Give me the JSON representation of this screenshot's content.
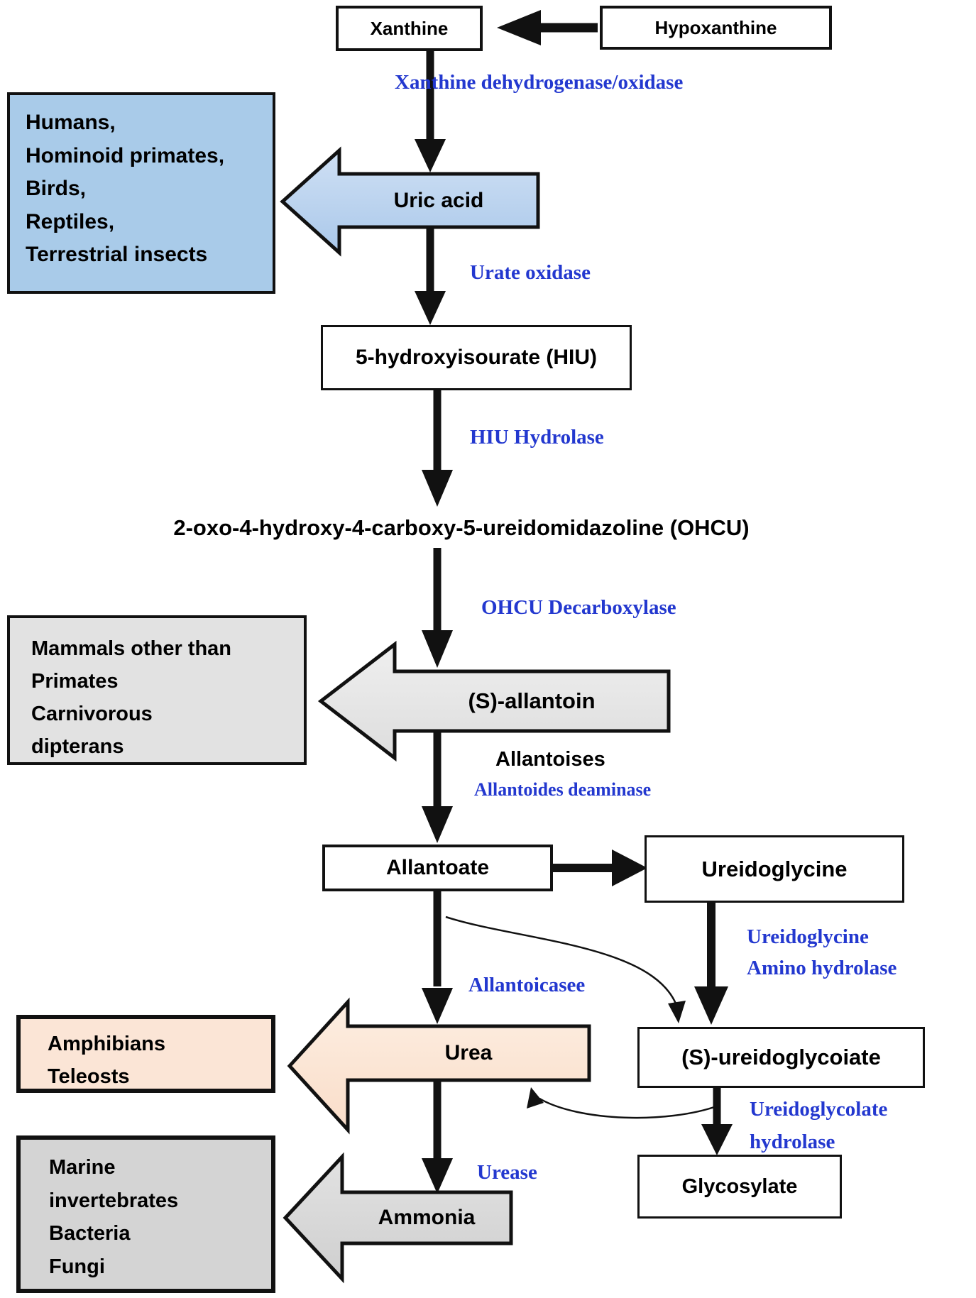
{
  "title": "Purine degradation pathway diagram",
  "nodes": {
    "xanthine": "Xanthine",
    "hypoxanthine": "Hypoxanthine",
    "uric_acid": "Uric acid",
    "hiu": "5-hydroxyisourate (HIU)",
    "ohcu": "2-oxo-4-hydroxy-4-carboxy-5-ureidomidazoline (OHCU)",
    "s_allantoin": "(S)-allantoin",
    "allantoate": "Allantoate",
    "ureidoglycine": "Ureidoglycine",
    "s_ureidoglycoiate": "(S)-ureidoglycoiate",
    "urea": "Urea",
    "glycosylate": "Glycosylate",
    "ammonia": "Ammonia"
  },
  "enzymes": {
    "xanthine_dehydrogenase": "Xanthine dehydrogenase/oxidase",
    "urate_oxidase": "Urate oxidase",
    "hiu_hydrolase": "HIU Hydrolase",
    "ohcu_decarboxylase": "OHCU Decarboxylase",
    "allantoises": "Allantoises",
    "allantoides_deaminase": "Allantoides deaminase",
    "ureidoglycine_amino_hydrolase": {
      "line1": "Ureidoglycine",
      "line2": "Amino hydrolase"
    },
    "allantoicasee": "Allantoicasee",
    "ureidoglycolate_hydrolase": {
      "line1": "Ureidoglycolate",
      "line2": "hydrolase"
    },
    "urease": "Urease"
  },
  "organism_boxes": {
    "uric_acid_excretors": {
      "lines": [
        "Humans,",
        "Hominoid primates,",
        "Birds,",
        "Reptiles,",
        "Terrestrial insects"
      ]
    },
    "allantoin_excretors": {
      "lines": [
        "Mammals other than",
        "Primates",
        "Carnivorous",
        "dipterans"
      ]
    },
    "urea_excretors": {
      "lines": [
        "Amphibians",
        "Teleosts"
      ]
    },
    "ammonia_excretors": {
      "lines": [
        "Marine",
        "invertebrates",
        "Bacteria",
        "Fungi"
      ]
    }
  },
  "colors": {
    "enzyme_label_blue": "#2338cf",
    "uric_acid_fill": "#b8d2ef",
    "organism_blue_fill": "#a9cbe9",
    "allantoin_fill": "#e3e3e3",
    "urea_fill": "#fbe5d6",
    "ammonia_fill": "#d5d5d5",
    "outline_black": "#111111"
  }
}
